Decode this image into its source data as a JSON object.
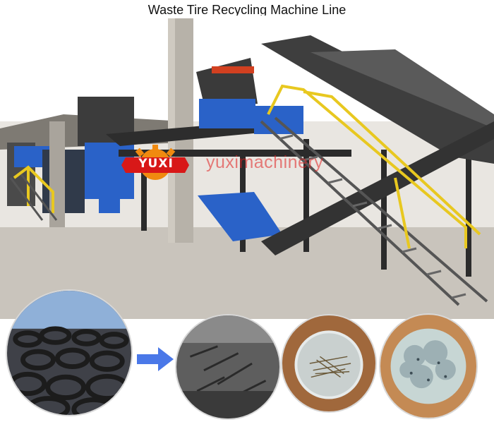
{
  "header": {
    "title": "Waste Tire Recycling Machine Line"
  },
  "overlay": {
    "watermark": "yuximachinery",
    "logo_text": "YUXI"
  },
  "colors": {
    "steel": "#3a3a3a",
    "frame": "#2b2b2b",
    "blue": "#2a62c8",
    "yellow_rail": "#e8c820",
    "logo_orange": "#f08a10",
    "logo_red": "#d81818",
    "arrow_blue": "#4a78e8"
  },
  "stages": [
    {
      "name": "waste-tires-photo"
    },
    {
      "name": "shredded-rubber-photo"
    },
    {
      "name": "steel-wire-photo"
    },
    {
      "name": "fiber-photo"
    }
  ]
}
